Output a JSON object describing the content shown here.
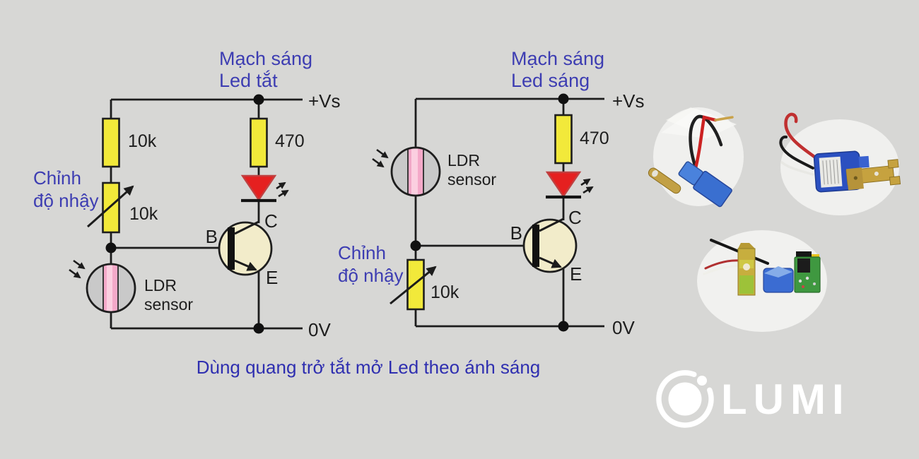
{
  "page": {
    "background": "#d7d7d5"
  },
  "colors": {
    "wire": "#1c1c1c",
    "resistor_yellow": "#f2e93a",
    "led_red": "#e52020",
    "transistor_beige": "#f2ecca",
    "ldr_gray": "#c9c9c9",
    "ldr_pink": "#f4a9c9",
    "label_blue": "#3d3db2",
    "caption_blue": "#2f2fb0",
    "logo_white": "#ffffff"
  },
  "circuit_left": {
    "title_line1": "Mạch sáng",
    "title_line2": "Led tắt",
    "supply": "+Vs",
    "ground": "0V",
    "resistor_top": "10k",
    "pot_value": "10k",
    "pot_name_line1": "Chỉnh",
    "pot_name_line2": "độ nhậy",
    "led_resistor": "470",
    "ldr_line1": "LDR",
    "ldr_line2": "sensor",
    "base": "B",
    "collector": "C",
    "emitter": "E"
  },
  "circuit_right": {
    "title_line1": "Mạch sáng",
    "title_line2": "Led sáng",
    "supply": "+Vs",
    "ground": "0V",
    "pot_value": "10k",
    "pot_name_line1": "Chỉnh",
    "pot_name_line2": "độ nhậy",
    "led_resistor": "470",
    "ldr_line1": "LDR",
    "ldr_line2": "sensor",
    "base": "B",
    "collector": "C",
    "emitter": "E"
  },
  "caption": "Dùng quang trở tắt mở Led theo ánh sáng",
  "logo": {
    "wordmark": "LUMI"
  }
}
